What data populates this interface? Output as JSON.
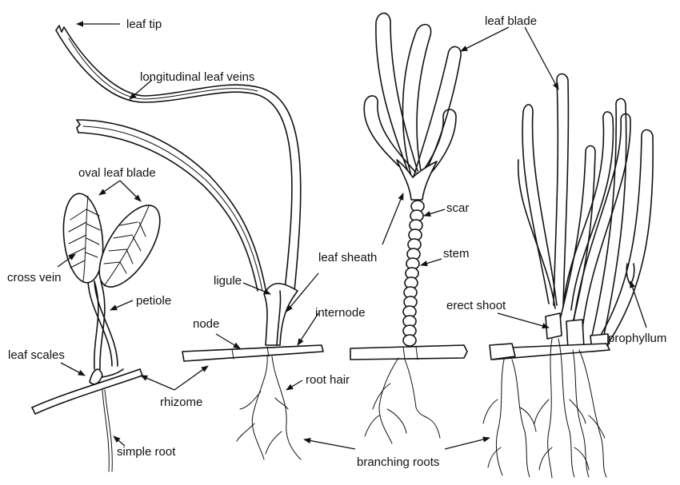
{
  "labels": {
    "leaf_tip": "leaf tip",
    "longitudinal_leaf_veins": "longitudinal leaf veins",
    "oval_leaf_blade": "oval leaf blade",
    "cross_vein": "cross vein",
    "petiole": "petiole",
    "leaf_scales": "leaf scales",
    "rhizome": "rhizome",
    "simple_root": "simple root",
    "node": "node",
    "ligule": "ligule",
    "leaf_sheath": "leaf sheath",
    "internode": "internode",
    "root_hair": "root hair",
    "leaf_blade": "leaf blade",
    "scar": "scar",
    "stem": "stem",
    "erect_shoot": "erect shoot",
    "prophyllum": "prophyllum",
    "branching_roots": "branching roots"
  }
}
